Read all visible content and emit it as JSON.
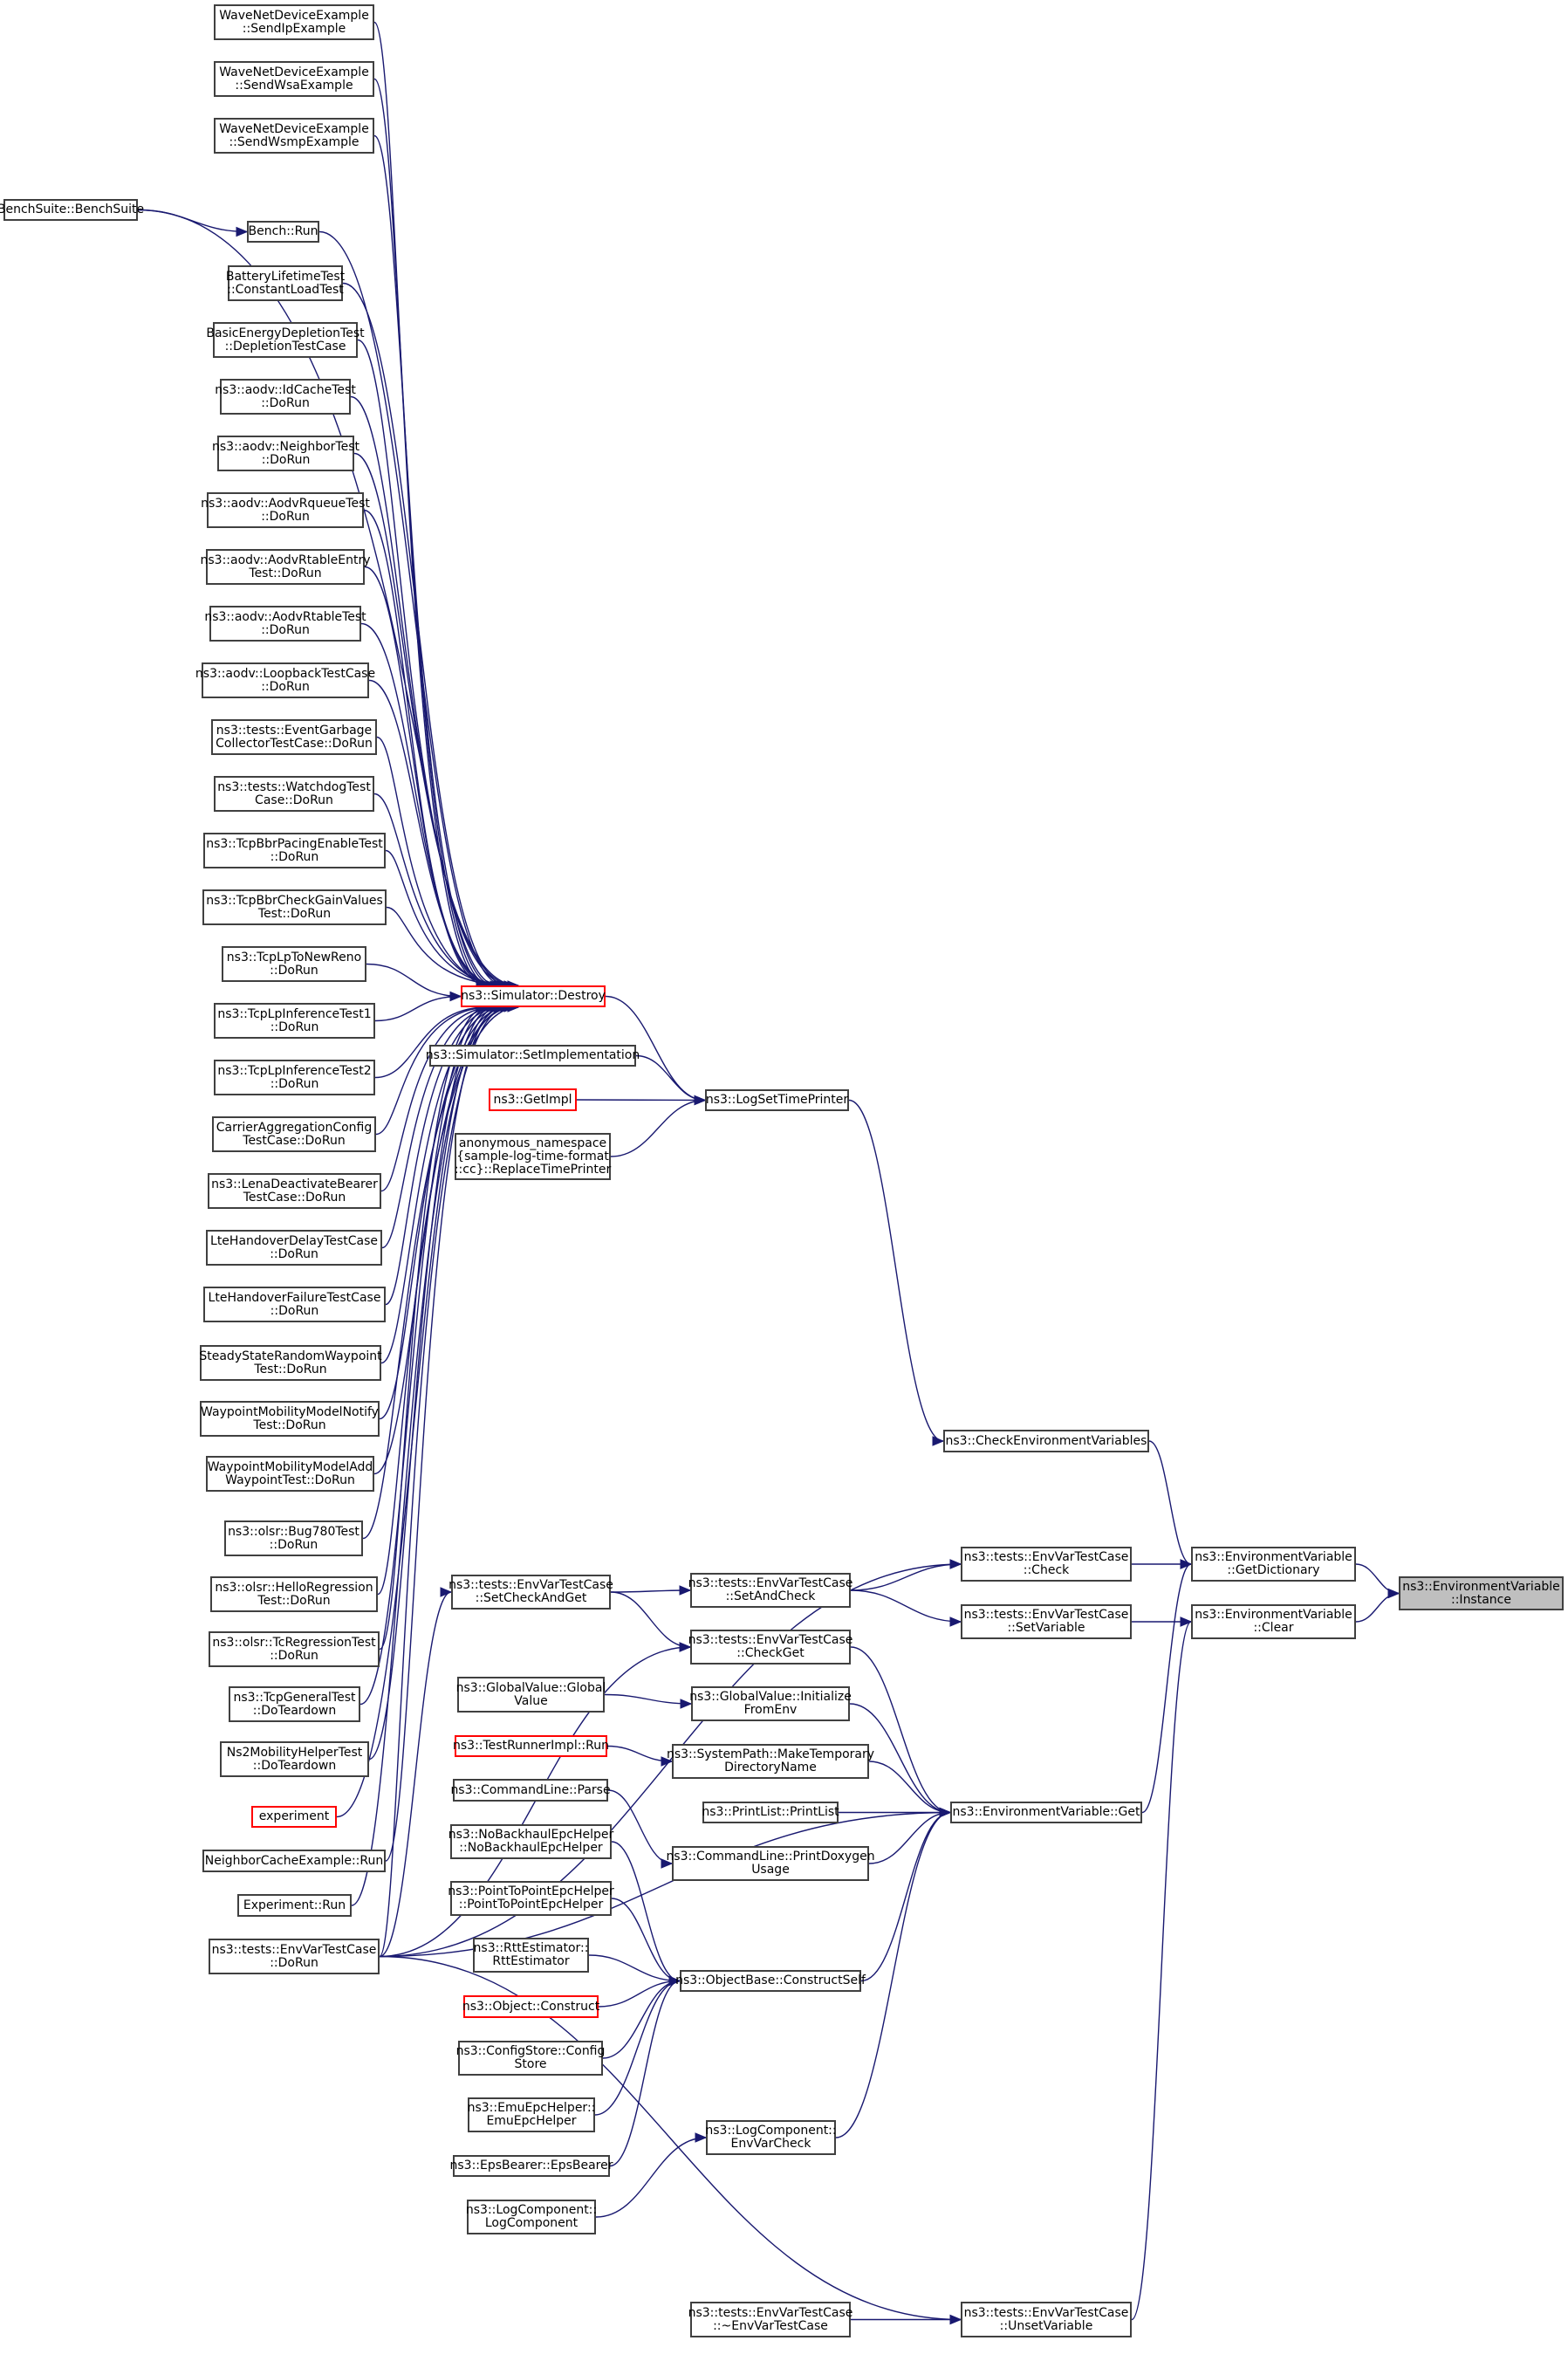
{
  "colors": {
    "edge": "#191970",
    "node_border": "#404040",
    "truncated_border": "#ff0000",
    "root_fill": "#bfbfbf"
  },
  "nodes": [
    {
      "id": "sendip",
      "label": "WaveNetDeviceExample\n::SendIpExample"
    },
    {
      "id": "sendwsa",
      "label": "WaveNetDeviceExample\n::SendWsaExample"
    },
    {
      "id": "sendwsmp",
      "label": "WaveNetDeviceExample\n::SendWsmpExample"
    },
    {
      "id": "benchsuite",
      "label": "BenchSuite::BenchSuite"
    },
    {
      "id": "benchrun",
      "label": "Bench::Run"
    },
    {
      "id": "battery",
      "label": "BatteryLifetimeTest\n::ConstantLoadTest"
    },
    {
      "id": "basicenergy",
      "label": "BasicEnergyDepletionTest\n::DepletionTestCase"
    },
    {
      "id": "idcache",
      "label": "ns3::aodv::IdCacheTest\n::DoRun"
    },
    {
      "id": "neighbortest",
      "label": "ns3::aodv::NeighborTest\n::DoRun"
    },
    {
      "id": "rqueue",
      "label": "ns3::aodv::AodvRqueueTest\n::DoRun"
    },
    {
      "id": "rtableentry",
      "label": "ns3::aodv::AodvRtableEntry\nTest::DoRun"
    },
    {
      "id": "rtable",
      "label": "ns3::aodv::AodvRtableTest\n::DoRun"
    },
    {
      "id": "loopback",
      "label": "ns3::aodv::LoopbackTestCase\n::DoRun"
    },
    {
      "id": "eventgarbage",
      "label": "ns3::tests::EventGarbage\nCollectorTestCase::DoRun"
    },
    {
      "id": "watchdog",
      "label": "ns3::tests::WatchdogTest\nCase::DoRun"
    },
    {
      "id": "bbrpacing",
      "label": "ns3::TcpBbrPacingEnableTest\n::DoRun"
    },
    {
      "id": "bbrgain",
      "label": "ns3::TcpBbrCheckGainValues\nTest::DoRun"
    },
    {
      "id": "lpnewreno",
      "label": "ns3::TcpLpToNewReno\n::DoRun"
    },
    {
      "id": "lpinf1",
      "label": "ns3::TcpLpInferenceTest1\n::DoRun"
    },
    {
      "id": "lpinf2",
      "label": "ns3::TcpLpInferenceTest2\n::DoRun"
    },
    {
      "id": "carrieragg",
      "label": "CarrierAggregationConfig\nTestCase::DoRun"
    },
    {
      "id": "lenadeact",
      "label": "ns3::LenaDeactivateBearer\nTestCase::DoRun"
    },
    {
      "id": "ltedelay",
      "label": "LteHandoverDelayTestCase\n::DoRun"
    },
    {
      "id": "ltefailure",
      "label": "LteHandoverFailureTestCase\n::DoRun"
    },
    {
      "id": "steadystate",
      "label": "SteadyStateRandomWaypoint\nTest::DoRun"
    },
    {
      "id": "wpnotify",
      "label": "WaypointMobilityModelNotify\nTest::DoRun"
    },
    {
      "id": "wpadd",
      "label": "WaypointMobilityModelAdd\nWaypointTest::DoRun"
    },
    {
      "id": "bug780",
      "label": "ns3::olsr::Bug780Test\n::DoRun"
    },
    {
      "id": "hello",
      "label": "ns3::olsr::HelloRegression\nTest::DoRun"
    },
    {
      "id": "tcregression",
      "label": "ns3::olsr::TcRegressionTest\n::DoRun"
    },
    {
      "id": "tcpgeneral",
      "label": "ns3::TcpGeneralTest\n::DoTeardown"
    },
    {
      "id": "ns2mobility",
      "label": "Ns2MobilityHelperTest\n::DoTeardown"
    },
    {
      "id": "experiment",
      "label": "experiment"
    },
    {
      "id": "neighborcache",
      "label": "NeighborCacheExample::Run"
    },
    {
      "id": "experimentrun",
      "label": "Experiment::Run"
    },
    {
      "id": "envdorun",
      "label": "ns3::tests::EnvVarTestCase\n::DoRun"
    },
    {
      "id": "destroy",
      "label": "ns3::Simulator::Destroy"
    },
    {
      "id": "setimpl",
      "label": "ns3::Simulator::SetImplementation"
    },
    {
      "id": "getimpl",
      "label": "ns3::GetImpl"
    },
    {
      "id": "replacetp",
      "label": "anonymous_namespace\n{sample-log-time-format\n::cc}::ReplaceTimePrinter"
    },
    {
      "id": "logsettp",
      "label": "ns3::LogSetTimePrinter"
    },
    {
      "id": "checkenv",
      "label": "ns3::CheckEnvironmentVariables"
    },
    {
      "id": "setcheckandget",
      "label": "ns3::tests::EnvVarTestCase\n::SetCheckAndGet"
    },
    {
      "id": "setandcheck",
      "label": "ns3::tests::EnvVarTestCase\n::SetAndCheck"
    },
    {
      "id": "checkget",
      "label": "ns3::tests::EnvVarTestCase\n::CheckGet"
    },
    {
      "id": "check",
      "label": "ns3::tests::EnvVarTestCase\n::Check"
    },
    {
      "id": "setvariable",
      "label": "ns3::tests::EnvVarTestCase\n::SetVariable"
    },
    {
      "id": "getdict",
      "label": "ns3::EnvironmentVariable\n::GetDictionary"
    },
    {
      "id": "clear",
      "label": "ns3::EnvironmentVariable\n::Clear"
    },
    {
      "id": "instance",
      "label": "ns3::EnvironmentVariable\n::Instance"
    },
    {
      "id": "gvglobal",
      "label": "ns3::GlobalValue::Global\nValue"
    },
    {
      "id": "gvinit",
      "label": "ns3::GlobalValue::Initialize\nFromEnv"
    },
    {
      "id": "testrunner",
      "label": "ns3::TestRunnerImpl::Run"
    },
    {
      "id": "maketemp",
      "label": "ns3::SystemPath::MakeTemporary\nDirectoryName"
    },
    {
      "id": "clparse",
      "label": "ns3::CommandLine::Parse"
    },
    {
      "id": "printlist",
      "label": "ns3::PrintList::PrintList"
    },
    {
      "id": "envget",
      "label": "ns3::EnvironmentVariable::Get"
    },
    {
      "id": "printdoxy",
      "label": "ns3::CommandLine::PrintDoxygen\nUsage"
    },
    {
      "id": "nobackhaul",
      "label": "ns3::NoBackhaulEpcHelper\n::NoBackhaulEpcHelper"
    },
    {
      "id": "p2pepc",
      "label": "ns3::PointToPointEpcHelper\n::PointToPointEpcHelper"
    },
    {
      "id": "rtt",
      "label": "ns3::RttEstimator::\nRttEstimator"
    },
    {
      "id": "objconstruct",
      "label": "ns3::Object::Construct"
    },
    {
      "id": "constructself",
      "label": "ns3::ObjectBase::ConstructSelf"
    },
    {
      "id": "configstore",
      "label": "ns3::ConfigStore::Config\nStore"
    },
    {
      "id": "emuepc",
      "label": "ns3::EmuEpcHelper::\nEmuEpcHelper"
    },
    {
      "id": "epsbearer",
      "label": "ns3::EpsBearer::EpsBearer"
    },
    {
      "id": "envvarcheck",
      "label": "ns3::LogComponent::\nEnvVarCheck"
    },
    {
      "id": "logcomponent",
      "label": "ns3::LogComponent::\nLogComponent"
    },
    {
      "id": "dtor",
      "label": "ns3::tests::EnvVarTestCase\n::~EnvVarTestCase"
    },
    {
      "id": "unsetvar",
      "label": "ns3::tests::EnvVarTestCase\n::UnsetVariable"
    }
  ],
  "truncated_nodes": [
    "destroy",
    "getimpl",
    "testrunner",
    "objconstruct",
    "experiment"
  ],
  "root_node": "instance",
  "edges": [
    [
      "sendip",
      "destroy"
    ],
    [
      "sendwsa",
      "destroy"
    ],
    [
      "sendwsmp",
      "destroy"
    ],
    [
      "benchsuite",
      "destroy"
    ],
    [
      "benchsuite",
      "benchrun"
    ],
    [
      "benchrun",
      "destroy"
    ],
    [
      "battery",
      "destroy"
    ],
    [
      "basicenergy",
      "destroy"
    ],
    [
      "idcache",
      "destroy"
    ],
    [
      "neighbortest",
      "destroy"
    ],
    [
      "rqueue",
      "destroy"
    ],
    [
      "rtableentry",
      "destroy"
    ],
    [
      "rtable",
      "destroy"
    ],
    [
      "loopback",
      "destroy"
    ],
    [
      "eventgarbage",
      "destroy"
    ],
    [
      "watchdog",
      "destroy"
    ],
    [
      "bbrpacing",
      "destroy"
    ],
    [
      "bbrgain",
      "destroy"
    ],
    [
      "lpnewreno",
      "destroy"
    ],
    [
      "lpinf1",
      "destroy"
    ],
    [
      "lpinf2",
      "destroy"
    ],
    [
      "carrieragg",
      "destroy"
    ],
    [
      "lenadeact",
      "destroy"
    ],
    [
      "ltedelay",
      "destroy"
    ],
    [
      "ltefailure",
      "destroy"
    ],
    [
      "steadystate",
      "destroy"
    ],
    [
      "wpnotify",
      "destroy"
    ],
    [
      "wpadd",
      "destroy"
    ],
    [
      "bug780",
      "destroy"
    ],
    [
      "hello",
      "destroy"
    ],
    [
      "tcregression",
      "destroy"
    ],
    [
      "tcpgeneral",
      "destroy"
    ],
    [
      "ns2mobility",
      "destroy"
    ],
    [
      "experiment",
      "destroy"
    ],
    [
      "neighborcache",
      "destroy"
    ],
    [
      "experimentrun",
      "destroy"
    ],
    [
      "envdorun",
      "destroy"
    ],
    [
      "destroy",
      "logsettp"
    ],
    [
      "setimpl",
      "logsettp"
    ],
    [
      "getimpl",
      "logsettp"
    ],
    [
      "replacetp",
      "logsettp"
    ],
    [
      "logsettp",
      "checkenv"
    ],
    [
      "checkenv",
      "getdict"
    ],
    [
      "envdorun",
      "setcheckandget"
    ],
    [
      "envdorun",
      "check"
    ],
    [
      "envdorun",
      "checkget"
    ],
    [
      "envdorun",
      "unsetvar"
    ],
    [
      "setcheckandget",
      "setandcheck"
    ],
    [
      "setcheckandget",
      "checkget"
    ],
    [
      "setandcheck",
      "check"
    ],
    [
      "setandcheck",
      "setvariable"
    ],
    [
      "check",
      "getdict"
    ],
    [
      "setvariable",
      "clear"
    ],
    [
      "getdict",
      "instance"
    ],
    [
      "clear",
      "instance"
    ],
    [
      "checkget",
      "envget"
    ],
    [
      "gvglobal",
      "gvinit"
    ],
    [
      "gvinit",
      "envget"
    ],
    [
      "testrunner",
      "maketemp"
    ],
    [
      "maketemp",
      "envget"
    ],
    [
      "clparse",
      "printdoxy"
    ],
    [
      "printlist",
      "envget"
    ],
    [
      "printdoxy",
      "envget"
    ],
    [
      "nobackhaul",
      "constructself"
    ],
    [
      "p2pepc",
      "constructself"
    ],
    [
      "rtt",
      "constructself"
    ],
    [
      "objconstruct",
      "constructself"
    ],
    [
      "configstore",
      "constructself"
    ],
    [
      "emuepc",
      "constructself"
    ],
    [
      "epsbearer",
      "constructself"
    ],
    [
      "constructself",
      "envget"
    ],
    [
      "logcomponent",
      "envvarcheck"
    ],
    [
      "envvarcheck",
      "envget"
    ],
    [
      "envdorun",
      "envget"
    ],
    [
      "envget",
      "getdict"
    ],
    [
      "dtor",
      "unsetvar"
    ],
    [
      "unsetvar",
      "clear"
    ]
  ]
}
